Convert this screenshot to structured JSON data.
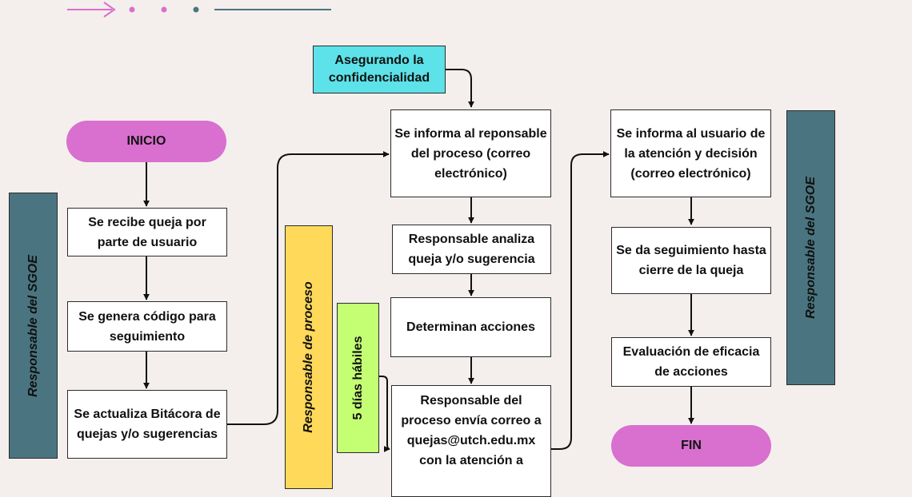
{
  "nodes": {
    "start": "INICIO",
    "end": "FIN",
    "confidentiality": "Asegurando la confidencialidad",
    "receive_complaint": "Se recibe queja por parte de usuario",
    "generate_code": "Se genera código para seguimiento",
    "update_log": "Se actualiza Bitácora de quejas y/o sugerencias",
    "inform_owner": "Se informa al reponsable del proceso (correo electrónico)",
    "owner_analyzes": "Responsable analiza queja y/o sugerencia",
    "determine_actions": "Determinan acciones",
    "owner_sends_email": "Responsable del proceso envía correo a quejas@utch.edu.mx con la atención a",
    "inform_user": "Se informa al usuario de la atención y decisión (correo electrónico)",
    "follow_up": "Se da seguimiento hasta cierre de la queja",
    "evaluate_actions": "Evaluación de eficacia de acciones"
  },
  "lanes": {
    "sgoe_left": "Responsable del SGOE",
    "process_owner": "Responsable de proceso",
    "five_days": "5 días hábiles",
    "sgoe_right": "Responsable del SGOE"
  },
  "colors": {
    "background": "#f4efec",
    "pill": "#d96fcf",
    "teal_lane": "#4a7580",
    "yellow_lane": "#ffd95a",
    "green_lane": "#c4ff73",
    "cyan_note": "#5ce2e8",
    "decor_pink": "#d96fcf",
    "decor_teal": "#4a7580"
  }
}
